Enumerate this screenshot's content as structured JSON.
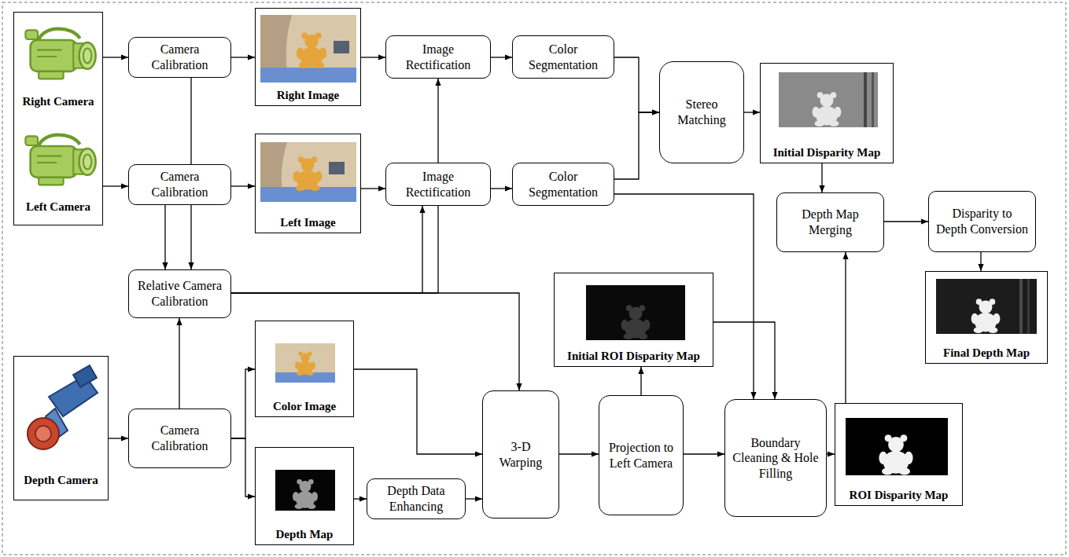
{
  "diagram": {
    "nodes": [
      {
        "text": [
          "Right Camera",
          "Left Camera"
        ]
      },
      {
        "text": [
          "Camera Calibration"
        ]
      },
      {
        "text": [
          "Right Image"
        ]
      },
      {
        "text": [
          "Image Rectification"
        ]
      },
      {
        "text": [
          "Color Segmentation"
        ]
      },
      {
        "text": [
          "Stereo Matching"
        ]
      },
      {
        "text": [
          "Initial Disparity Map"
        ]
      },
      {
        "text": [
          "Camera Calibration"
        ]
      },
      {
        "text": [
          "Left Image"
        ]
      },
      {
        "text": [
          "Image Rectification"
        ]
      },
      {
        "text": [
          "Color Segmentation"
        ]
      },
      {
        "text": [
          "Depth Map Merging"
        ]
      },
      {
        "text": [
          "Disparity to Depth Conversion"
        ]
      },
      {
        "text": [
          "Relative Camera Calibration"
        ]
      },
      {
        "text": [
          "Initial ROI Disparity Map"
        ]
      },
      {
        "text": [
          "Final Depth Map"
        ]
      },
      {
        "text": [
          "Depth Camera"
        ]
      },
      {
        "text": [
          "Camera Calibration"
        ]
      },
      {
        "text": [
          "Color Image"
        ]
      },
      {
        "text": [
          "Depth Map"
        ]
      },
      {
        "text": [
          "Depth Data Enhancing"
        ]
      },
      {
        "text": [
          "3-D Warping"
        ]
      },
      {
        "text": [
          "Projection to Left Camera"
        ]
      },
      {
        "text": [
          "Boundary Cleaning & Hole Filling"
        ]
      },
      {
        "text": [
          "ROI Disparity Map"
        ]
      }
    ],
    "edges": [
      {
        "from": 0,
        "to": 1,
        "arrow": "to"
      },
      {
        "from": 0,
        "to": 7,
        "arrow": "to"
      },
      {
        "from": 1,
        "to": 2,
        "arrow": "to"
      },
      {
        "from": 1,
        "to": 13,
        "arrow": "to"
      },
      {
        "from": 7,
        "to": 8,
        "arrow": "to"
      },
      {
        "from": 7,
        "to": 13,
        "arrow": "to"
      },
      {
        "from": 2,
        "to": 3,
        "arrow": "to"
      },
      {
        "from": 3,
        "to": 4,
        "arrow": "to"
      },
      {
        "from": 4,
        "to": 5,
        "arrow": "to"
      },
      {
        "from": 10,
        "to": 5,
        "arrow": "to"
      },
      {
        "from": 5,
        "to": 6,
        "arrow": "to"
      },
      {
        "from": 6,
        "to": 11,
        "arrow": "to"
      },
      {
        "from": 11,
        "to": 12,
        "arrow": "to"
      },
      {
        "from": 12,
        "to": 15,
        "arrow": "to"
      },
      {
        "from": 8,
        "to": 9,
        "arrow": "to"
      },
      {
        "from": 9,
        "to": 10,
        "arrow": "to"
      },
      {
        "from": 10,
        "to": 23,
        "arrow": "to"
      },
      {
        "from": 13,
        "to": 9,
        "arrow": "to"
      },
      {
        "from": 13,
        "to": 3,
        "arrow": "to"
      },
      {
        "from": 13,
        "to": 21,
        "arrow": "to"
      },
      {
        "from": 16,
        "to": 17,
        "arrow": "to"
      },
      {
        "from": 17,
        "to": 13,
        "arrow": "to"
      },
      {
        "from": 17,
        "to": 18,
        "arrow": "to"
      },
      {
        "from": 17,
        "to": 19,
        "arrow": "to"
      },
      {
        "from": 18,
        "to": 21,
        "arrow": "to"
      },
      {
        "from": 19,
        "to": 20,
        "arrow": "to"
      },
      {
        "from": 20,
        "to": 21,
        "arrow": "to"
      },
      {
        "from": 21,
        "to": 22,
        "arrow": "to"
      },
      {
        "from": 22,
        "to": 14,
        "arrow": "to"
      },
      {
        "from": 22,
        "to": 23,
        "arrow": "to"
      },
      {
        "from": 14,
        "to": 23,
        "arrow": "to"
      },
      {
        "from": 23,
        "to": 24,
        "arrow": "to"
      },
      {
        "from": 24,
        "to": 11,
        "arrow": "to"
      }
    ]
  }
}
